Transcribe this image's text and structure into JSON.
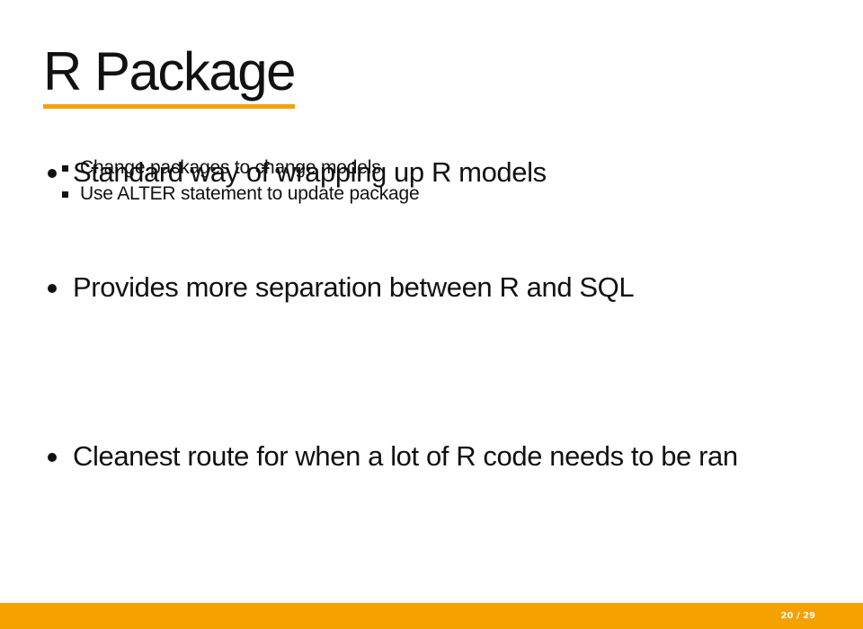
{
  "slide": {
    "title": "R Package",
    "bullets": [
      {
        "text": "Standard way of wrapping up R models"
      },
      {
        "text": "Provides more separation between R and SQL",
        "subitems": [
          "Change packages to change models",
          "Use ALTER statement to update package"
        ]
      },
      {
        "text": "Cleanest route for when a lot of R code needs to be ran"
      }
    ]
  },
  "footer": {
    "page_number": "20 / 29"
  },
  "colors": {
    "accent": "#f5a100",
    "text": "#111111",
    "background": "#ffffff"
  }
}
